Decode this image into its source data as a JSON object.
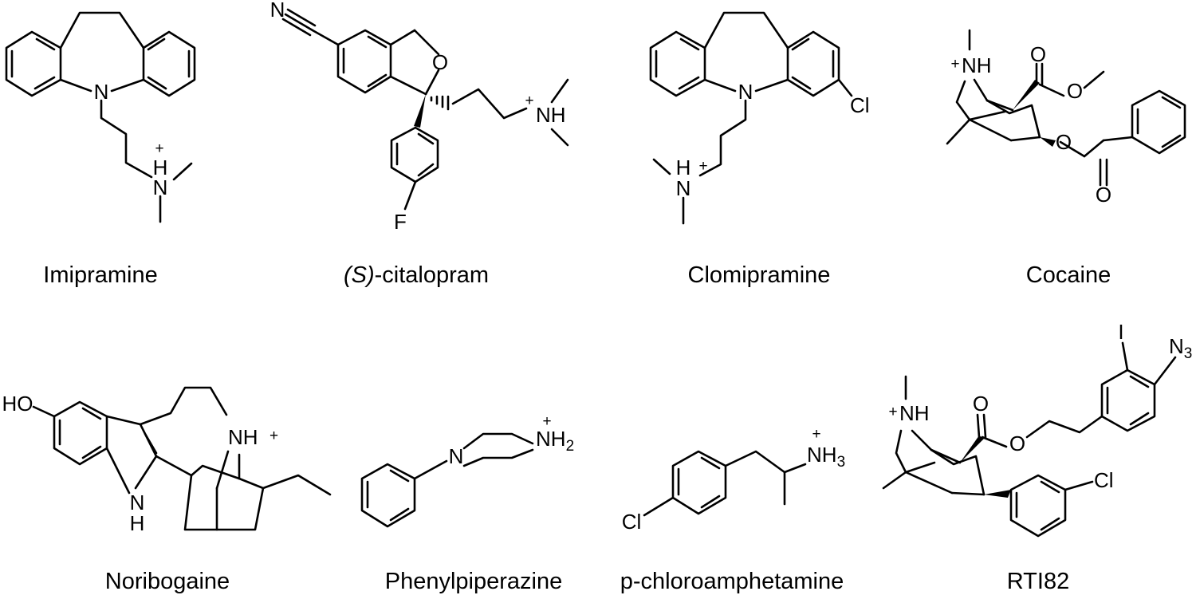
{
  "compounds": [
    {
      "name": "Imipramine",
      "atoms": {
        "n_ring": "N",
        "h": "H",
        "n": "N",
        "charge": "+"
      }
    },
    {
      "name_prefix": "(S)",
      "name_rest": "-citalopram",
      "atoms": {
        "nitrile_n": "N",
        "o": "O",
        "nh": "NH",
        "charge": "+",
        "f": "F"
      }
    },
    {
      "name": "Clomipramine",
      "atoms": {
        "n_ring": "N",
        "cl": "Cl",
        "h": "H",
        "n": "N",
        "charge": "+"
      }
    },
    {
      "name": "Cocaine",
      "atoms": {
        "nh": "NH",
        "charge": "+",
        "o_carbonyl": "O",
        "o_ester": "O",
        "o_benzoyl": "O",
        "o_benzoyl_carbonyl": "O"
      }
    },
    {
      "name": "Noribogaine",
      "atoms": {
        "ho": "HO",
        "nh": "NH",
        "charge": "+",
        "n": "N",
        "h": "H"
      }
    },
    {
      "name": "Phenylpiperazine",
      "atoms": {
        "n": "N",
        "nh": "NH",
        "sub": "2",
        "charge": "+"
      }
    },
    {
      "name": "p-chloroamphetamine",
      "atoms": {
        "cl": "Cl",
        "nh": "NH",
        "sub": "3",
        "charge": "+"
      }
    },
    {
      "name": "RTI82",
      "atoms": {
        "nh": "NH",
        "charge": "+",
        "o_carbonyl": "O",
        "o_ester": "O",
        "i": "I",
        "n": "N",
        "sub": "3",
        "cl": "Cl"
      }
    }
  ]
}
